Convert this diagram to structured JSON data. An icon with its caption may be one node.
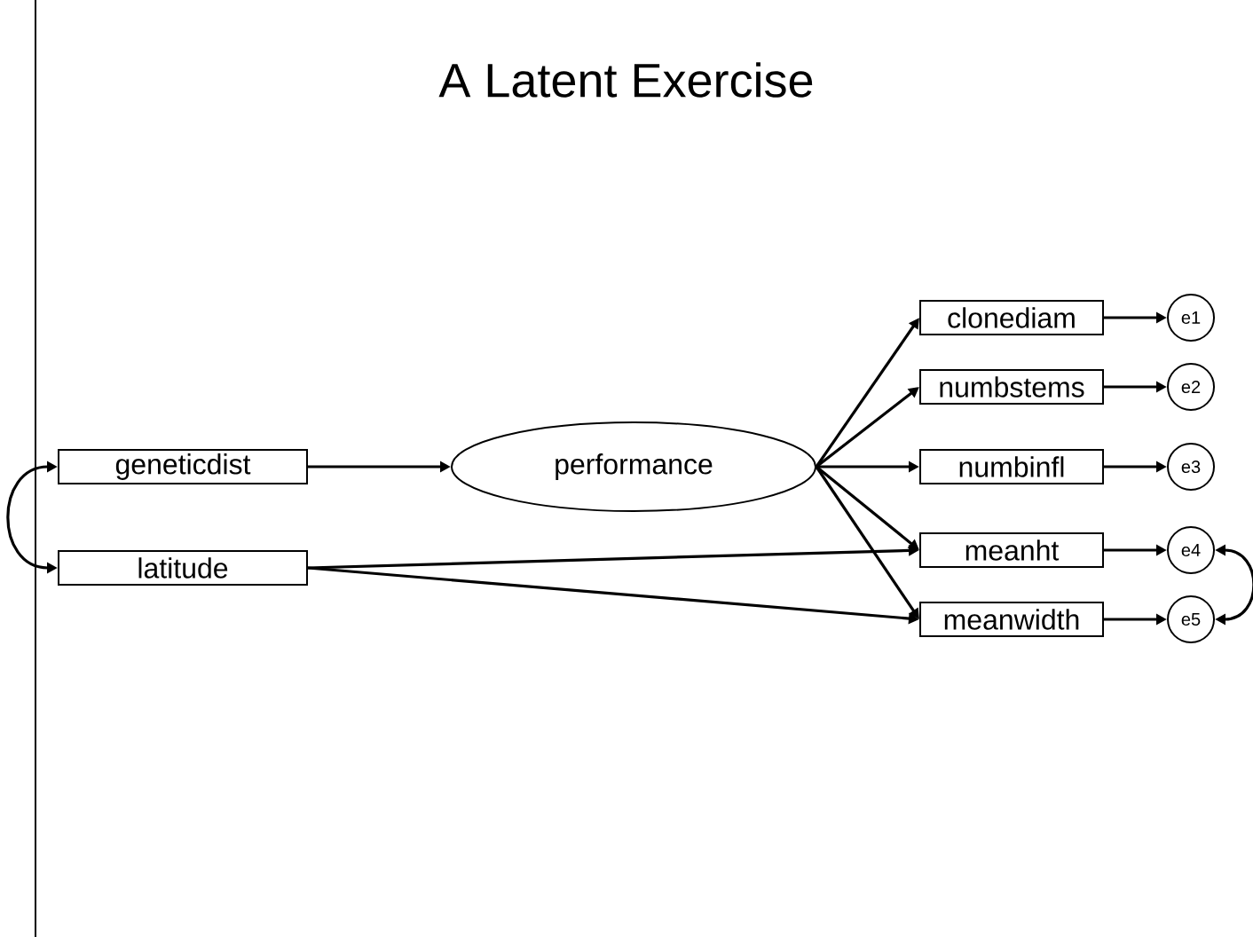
{
  "diagram": {
    "title": "A Latent Exercise",
    "nodes": [
      {
        "text": [
          "geneticdist"
        ]
      },
      {
        "text": [
          "latitude"
        ]
      },
      {
        "text": [
          "performance"
        ]
      },
      {
        "text": [
          "clonediam"
        ]
      },
      {
        "text": [
          "numbstems"
        ]
      },
      {
        "text": [
          "numbinfl"
        ]
      },
      {
        "text": [
          "meanht"
        ]
      },
      {
        "text": [
          "meanwidth"
        ]
      },
      {
        "text": [
          "e1"
        ]
      },
      {
        "text": [
          "e2"
        ]
      },
      {
        "text": [
          "e3"
        ]
      },
      {
        "text": [
          "e4"
        ]
      },
      {
        "text": [
          "e5"
        ]
      }
    ],
    "edges": [
      {
        "from": 0,
        "to": 1,
        "arrow": "both"
      },
      {
        "from": 0,
        "to": 2,
        "arrow": "to"
      },
      {
        "from": 2,
        "to": 3,
        "arrow": "to"
      },
      {
        "from": 2,
        "to": 4,
        "arrow": "to"
      },
      {
        "from": 2,
        "to": 5,
        "arrow": "to"
      },
      {
        "from": 2,
        "to": 6,
        "arrow": "to"
      },
      {
        "from": 2,
        "to": 7,
        "arrow": "to"
      },
      {
        "from": 1,
        "to": 6,
        "arrow": "to"
      },
      {
        "from": 1,
        "to": 7,
        "arrow": "to"
      },
      {
        "from": 3,
        "to": 8,
        "arrow": "to"
      },
      {
        "from": 4,
        "to": 9,
        "arrow": "to"
      },
      {
        "from": 5,
        "to": 10,
        "arrow": "to"
      },
      {
        "from": 6,
        "to": 11,
        "arrow": "to"
      },
      {
        "from": 7,
        "to": 12,
        "arrow": "to"
      },
      {
        "from": 11,
        "to": 12,
        "arrow": "both"
      }
    ]
  }
}
